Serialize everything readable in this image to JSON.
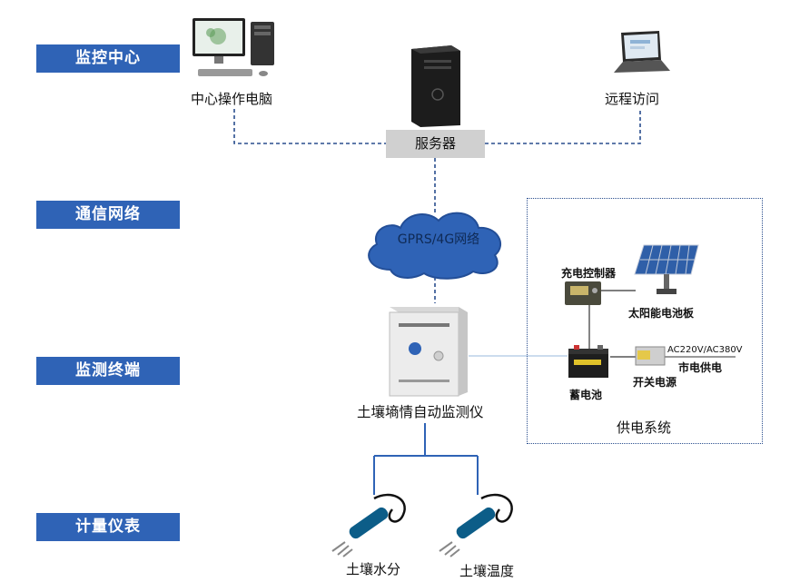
{
  "layers": {
    "monitor_center": "监控中心",
    "network": "通信网络",
    "terminal": "监测终端",
    "meter": "计量仪表"
  },
  "nodes": {
    "center_pc": "中心操作电脑",
    "server": "服务器",
    "remote": "远程访问",
    "network": "GPRS/4G网络",
    "monitor_device": "土壤墒情自动监测仪",
    "sensor_moisture": "土壤水分",
    "sensor_temperature": "土壤温度"
  },
  "power_system": {
    "title": "供电系统",
    "charge_controller": "充电控制器",
    "solar_panel": "太阳能电池板",
    "battery": "蓄电池",
    "switching_power": "开关电源",
    "ac_spec": "AC220V/AC380V",
    "mains": "市电供电"
  },
  "colors": {
    "label_bg": "#2f63b6",
    "cloud": "#2f63b6",
    "dashed_line": "#2a4e8e",
    "solid_line": "#2f63b6"
  }
}
